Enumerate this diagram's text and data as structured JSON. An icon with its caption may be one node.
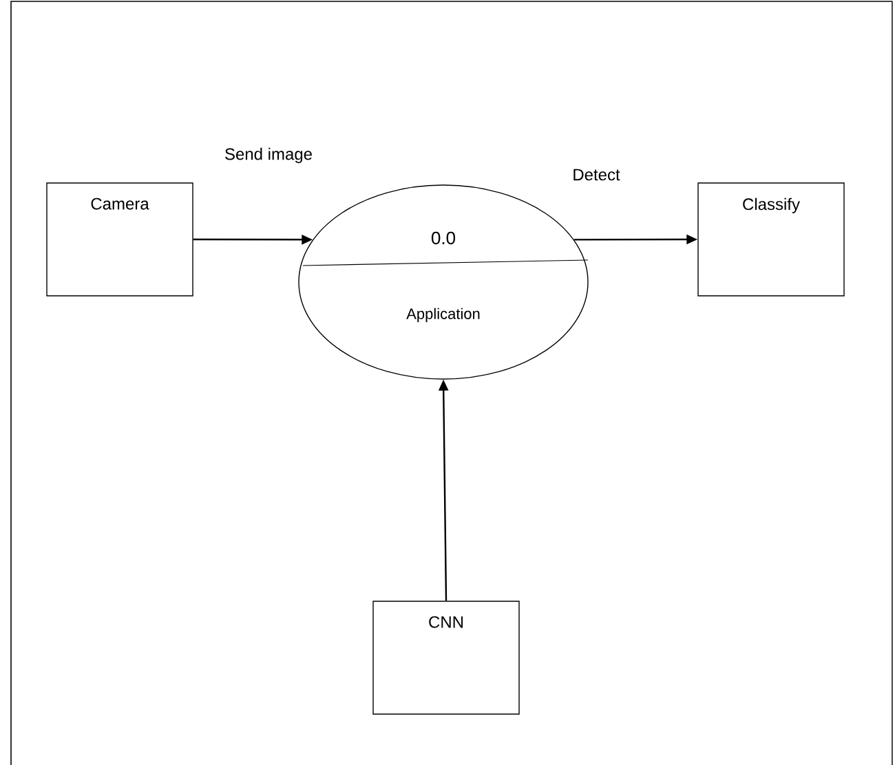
{
  "diagram": {
    "nodes": [
      {
        "text": [
          "Camera"
        ]
      },
      {
        "text": [
          "0.0",
          "Application"
        ]
      },
      {
        "text": [
          "Classify"
        ]
      },
      {
        "text": [
          "CNN"
        ]
      }
    ],
    "edges": [
      {
        "from": 0,
        "to": 1,
        "arrow": "to",
        "label": "Send image"
      },
      {
        "from": 1,
        "to": 2,
        "arrow": "to",
        "label": "Detect"
      },
      {
        "from": 3,
        "to": 1,
        "arrow": "to"
      }
    ]
  }
}
